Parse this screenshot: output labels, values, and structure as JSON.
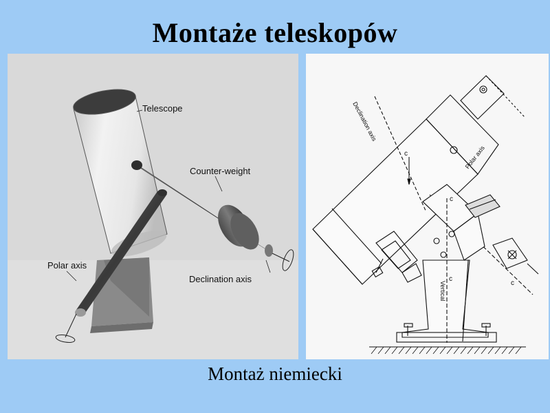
{
  "slide": {
    "title": "Montaże teleskopów",
    "caption": "Montaż niemiecki"
  },
  "left_diagram": {
    "labels": {
      "telescope": "Telescope",
      "counter_weight": "Counter-weight",
      "polar_axis": "Polar axis",
      "declination_axis": "Declination axis"
    }
  },
  "right_diagram": {
    "labels": {
      "declination_axis": "Declination axis",
      "polar_axis": "Polar axis",
      "vertical": "Vertical",
      "c_top": "c",
      "c_polar": "c",
      "c_vertical": "c",
      "c_base": "c"
    }
  },
  "colors": {
    "background": "#9ecbf5",
    "left_panel": "#d7d7d7",
    "right_panel": "#f7f7f7"
  }
}
